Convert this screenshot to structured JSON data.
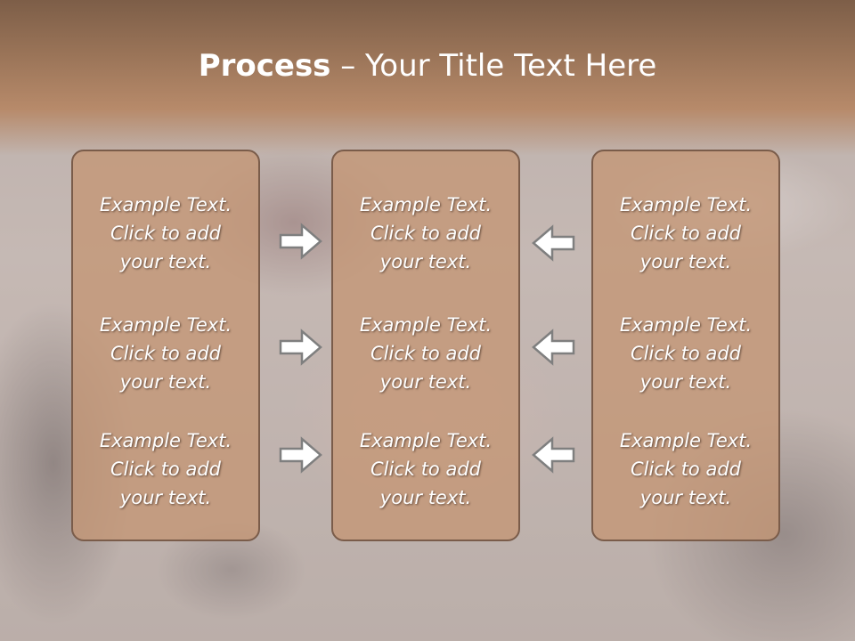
{
  "title": {
    "bold": "Process",
    "rest": " – Your Title Text Here"
  },
  "columns": [
    {
      "items": [
        {
          "line1": "Example Text.",
          "line2": "Click  to add",
          "line3": "your text."
        },
        {
          "line1": "Example Text.",
          "line2": "Click  to add",
          "line3": "your text."
        },
        {
          "line1": "Example Text.",
          "line2": "Click  to add",
          "line3": "your text."
        }
      ]
    },
    {
      "items": [
        {
          "line1": "Example Text.",
          "line2": "Click  to add",
          "line3": "your text."
        },
        {
          "line1": "Example Text.",
          "line2": "Click  to add",
          "line3": "your text."
        },
        {
          "line1": "Example Text.",
          "line2": "Click  to add",
          "line3": "your text."
        }
      ]
    },
    {
      "items": [
        {
          "line1": "Example Text.",
          "line2": "Click  to add",
          "line3": "your text."
        },
        {
          "line1": "Example Text.",
          "line2": "Click  to add",
          "line3": "your text."
        },
        {
          "line1": "Example Text.",
          "line2": "Click  to add",
          "line3": "your text."
        }
      ]
    }
  ],
  "arrows": {
    "left_group": "arrow-right-icon",
    "right_group": "arrow-left-icon"
  },
  "colors": {
    "title_band": "#9a7458",
    "box_fill": "#c49675",
    "box_border": "#7a5c4a",
    "text": "#ffffff"
  }
}
